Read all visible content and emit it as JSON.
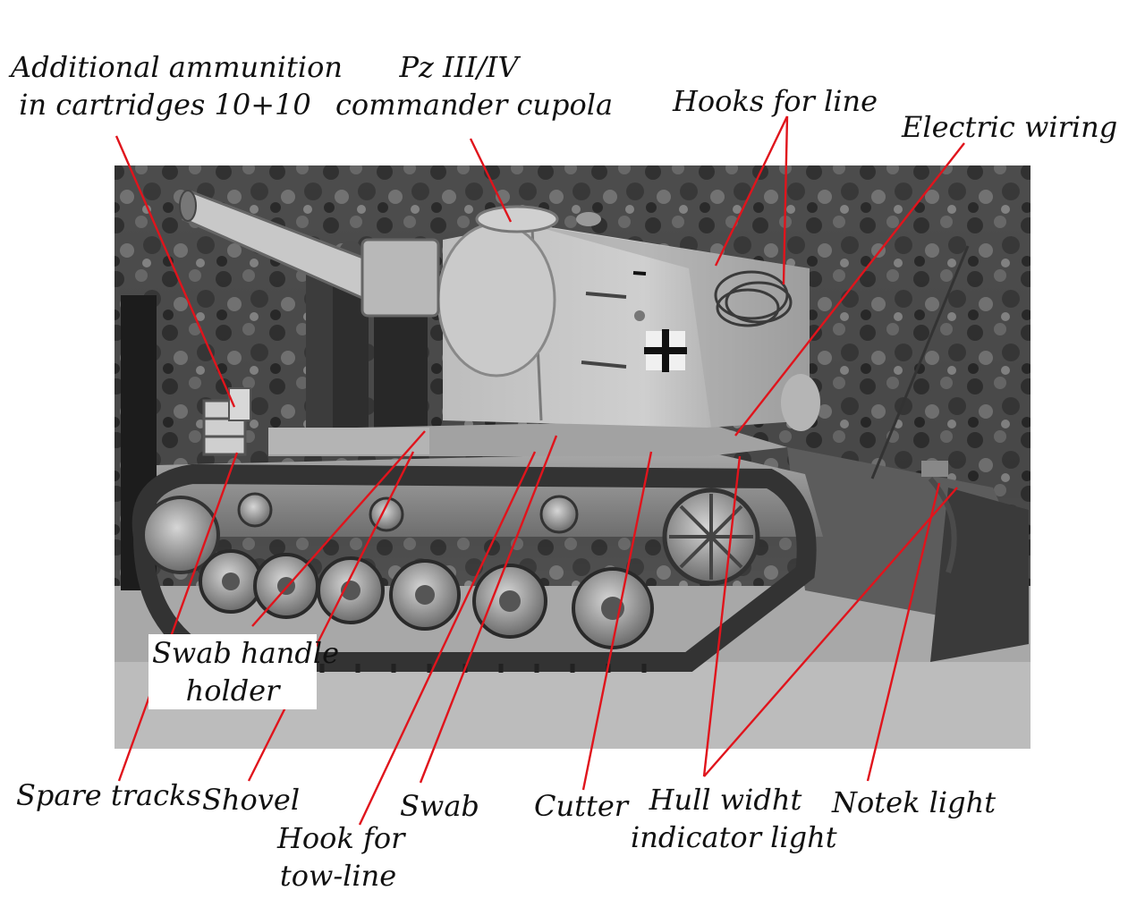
{
  "colors": {
    "leader": "#e0141c",
    "text": "#111111",
    "background": "#ffffff",
    "photo_light": "#d7d7d7",
    "photo_dark": "#1e1e1e",
    "hull": "#9a9a9a",
    "turret": "#bdbdbd"
  },
  "image": {
    "subject": "tank-photo"
  },
  "labels": {
    "ammo": {
      "line1": "Additional ammunition",
      "line2": "in cartridges 10+10"
    },
    "cupola": {
      "line1": "Pz III/IV",
      "line2": "commander cupola"
    },
    "hooks_line": {
      "line1": "Hooks for line"
    },
    "wiring": {
      "line1": "Electric wiring"
    },
    "swab_holder": {
      "line1": "Swab handle",
      "line2": "holder"
    },
    "spare_tracks": {
      "line1": "Spare tracks"
    },
    "shovel": {
      "line1": "Shovel"
    },
    "hook_tow": {
      "line1": "Hook for",
      "line2": "tow-line"
    },
    "swab": {
      "line1": "Swab"
    },
    "cutter": {
      "line1": "Cutter"
    },
    "hull_light": {
      "line1": "Hull widht",
      "line2": "indicator light"
    },
    "notek": {
      "line1": "Notek light"
    },
    "turret_marking": "—"
  }
}
